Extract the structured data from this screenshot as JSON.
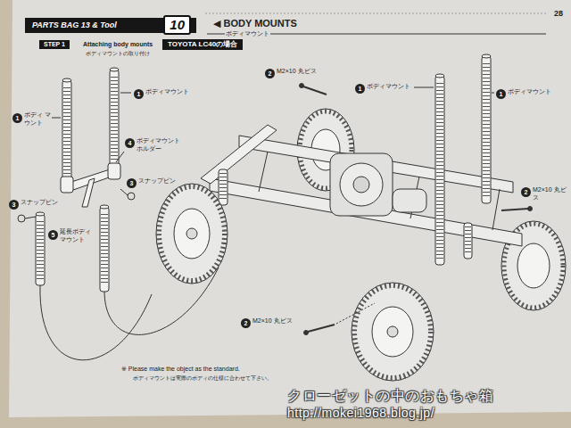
{
  "diagram": {
    "nodes": [
      {
        "text": [
          "PARTS BAG 13 & Tool"
        ]
      },
      {
        "text": [
          "10"
        ],
        "in": 0
      },
      {
        "text": [
          "STEP 1"
        ]
      },
      {
        "text": [
          "TOYOTA LC40の場合"
        ]
      }
    ],
    "labels": [
      "◀ BODY MOUNTS",
      "ボディマウント",
      "Attaching body mounts",
      "ボディマウントの取り付け",
      "2",
      "M2×10 丸ビス",
      "1",
      "ボディ マウント",
      "1",
      "ボディマウント",
      "4",
      "ボディマウント ホルダー",
      "3",
      "スナップピン",
      "3",
      "スナップピン",
      "5",
      "延長ボディ マウント",
      "1",
      "ボディマウント",
      "1",
      "ボディマウント",
      "2",
      "M2×10 丸ビス",
      "2",
      "M2×10 丸ビス",
      "※ Please make the object as the standard.",
      "ボディマウントは実際のボディの仕様に合わせて下さい。",
      "28",
      "クローゼットの中のおもちゃ箱",
      "http://mokei1968.blog.jp/"
    ]
  }
}
